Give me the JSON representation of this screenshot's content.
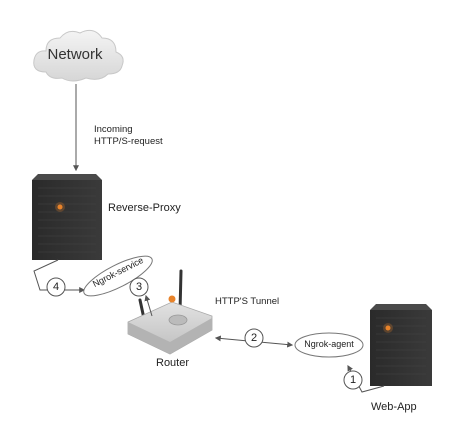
{
  "nodes": {
    "network": "Network",
    "reverse_proxy": "Reverse-Proxy",
    "router": "Router",
    "web_app": "Web-App",
    "ngrok_agent": "Ngrok-agent",
    "ngrok_service": "Ngrok-service"
  },
  "edges": {
    "incoming_line1": "Incoming",
    "incoming_line2": "HTTP/S-request",
    "tunnel": "HTTP'S Tunnel"
  },
  "steps": [
    "1",
    "2",
    "3",
    "4"
  ],
  "colors": {
    "line": "#555555",
    "server_body": "#2e2e2e",
    "cloud": "#e6e6e6",
    "router_body": "#d4d4d4",
    "led": "#e8832a"
  }
}
